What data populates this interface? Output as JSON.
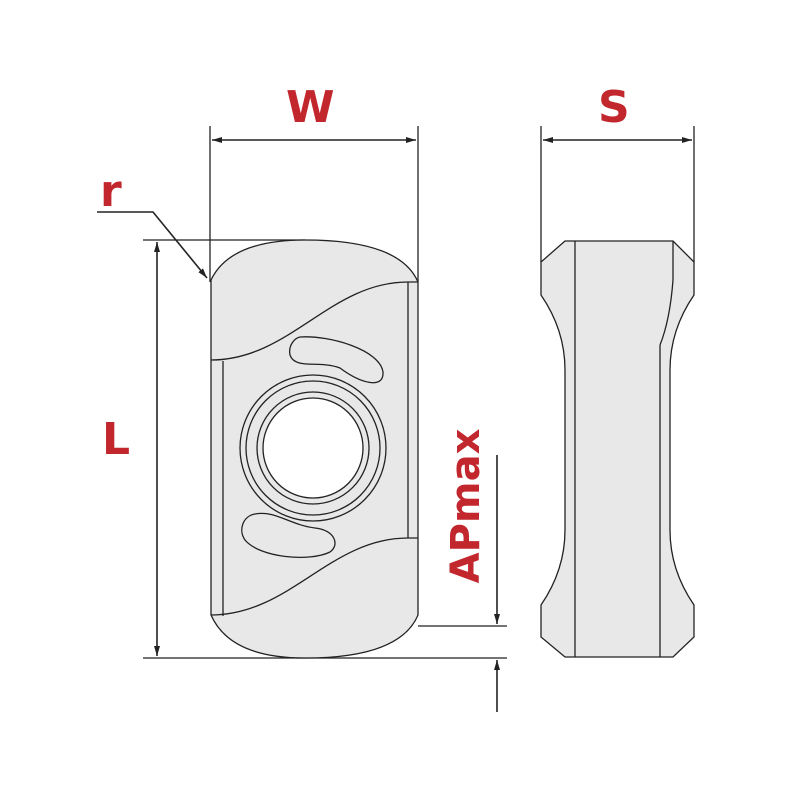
{
  "labels": {
    "width": "W",
    "thickness": "S",
    "corner_radius": "r",
    "length": "L",
    "max_depth": "APmax"
  },
  "colors": {
    "label": "#c1272d",
    "fill": "#e8e8e8",
    "line": "#222222"
  }
}
